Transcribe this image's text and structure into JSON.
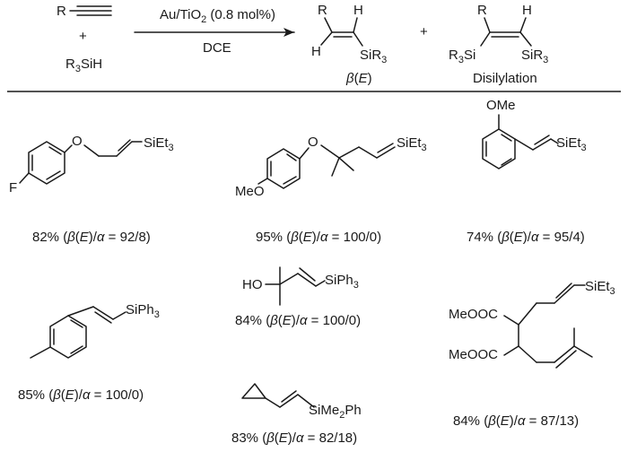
{
  "header": {
    "reagent_alkyne_r": "R",
    "plus_1": "+",
    "reagent_silane": "R3SiH",
    "catalyst": "Au/TiO2 (0.8 mol%)",
    "solvent": "DCE",
    "product_beta": {
      "r": "R",
      "h_top": "H",
      "h_left": "H",
      "si": "SiR3",
      "label": "β(E)"
    },
    "plus_2": "+",
    "product_disilyl": {
      "r": "R",
      "h": "H",
      "si_left": "R3Si",
      "si_right": "SiR3",
      "label": "Disilylation"
    }
  },
  "substrates": [
    {
      "id": "fluorophenyl-allyl",
      "sub_f": "F",
      "sub_o": "O",
      "silyl": "SiEt3",
      "yield": "82% (β(E)/α = 92/8)"
    },
    {
      "id": "methoxyphenoxy-dimethyl",
      "sub_meo": "MeO",
      "sub_o": "O",
      "silyl": "SiEt3",
      "yield": "95% (β(E)/α = 100/0)"
    },
    {
      "id": "ortho-methoxystyryl",
      "sub_ome": "OMe",
      "silyl": "SiEt3",
      "yield": "74% (β(E)/α = 95/4)"
    },
    {
      "id": "para-methylstyryl",
      "silyl": "SiPh3",
      "yield": "85% (β(E)/α = 100/0)"
    },
    {
      "id": "hydroxy-dimethyl",
      "sub_ho": "HO",
      "silyl": "SiPh3",
      "yield": "84% (β(E)/α = 100/0)"
    },
    {
      "id": "cyclopropyl-vinyl",
      "silyl": "SiMe2Ph",
      "yield": "83% (β(E)/α = 82/18)"
    },
    {
      "id": "malonate-diene",
      "ester_1": "MeOOC",
      "ester_2": "MeOOC",
      "silyl": "SiEt3",
      "yield": "84% (β(E)/α = 87/13)"
    }
  ]
}
